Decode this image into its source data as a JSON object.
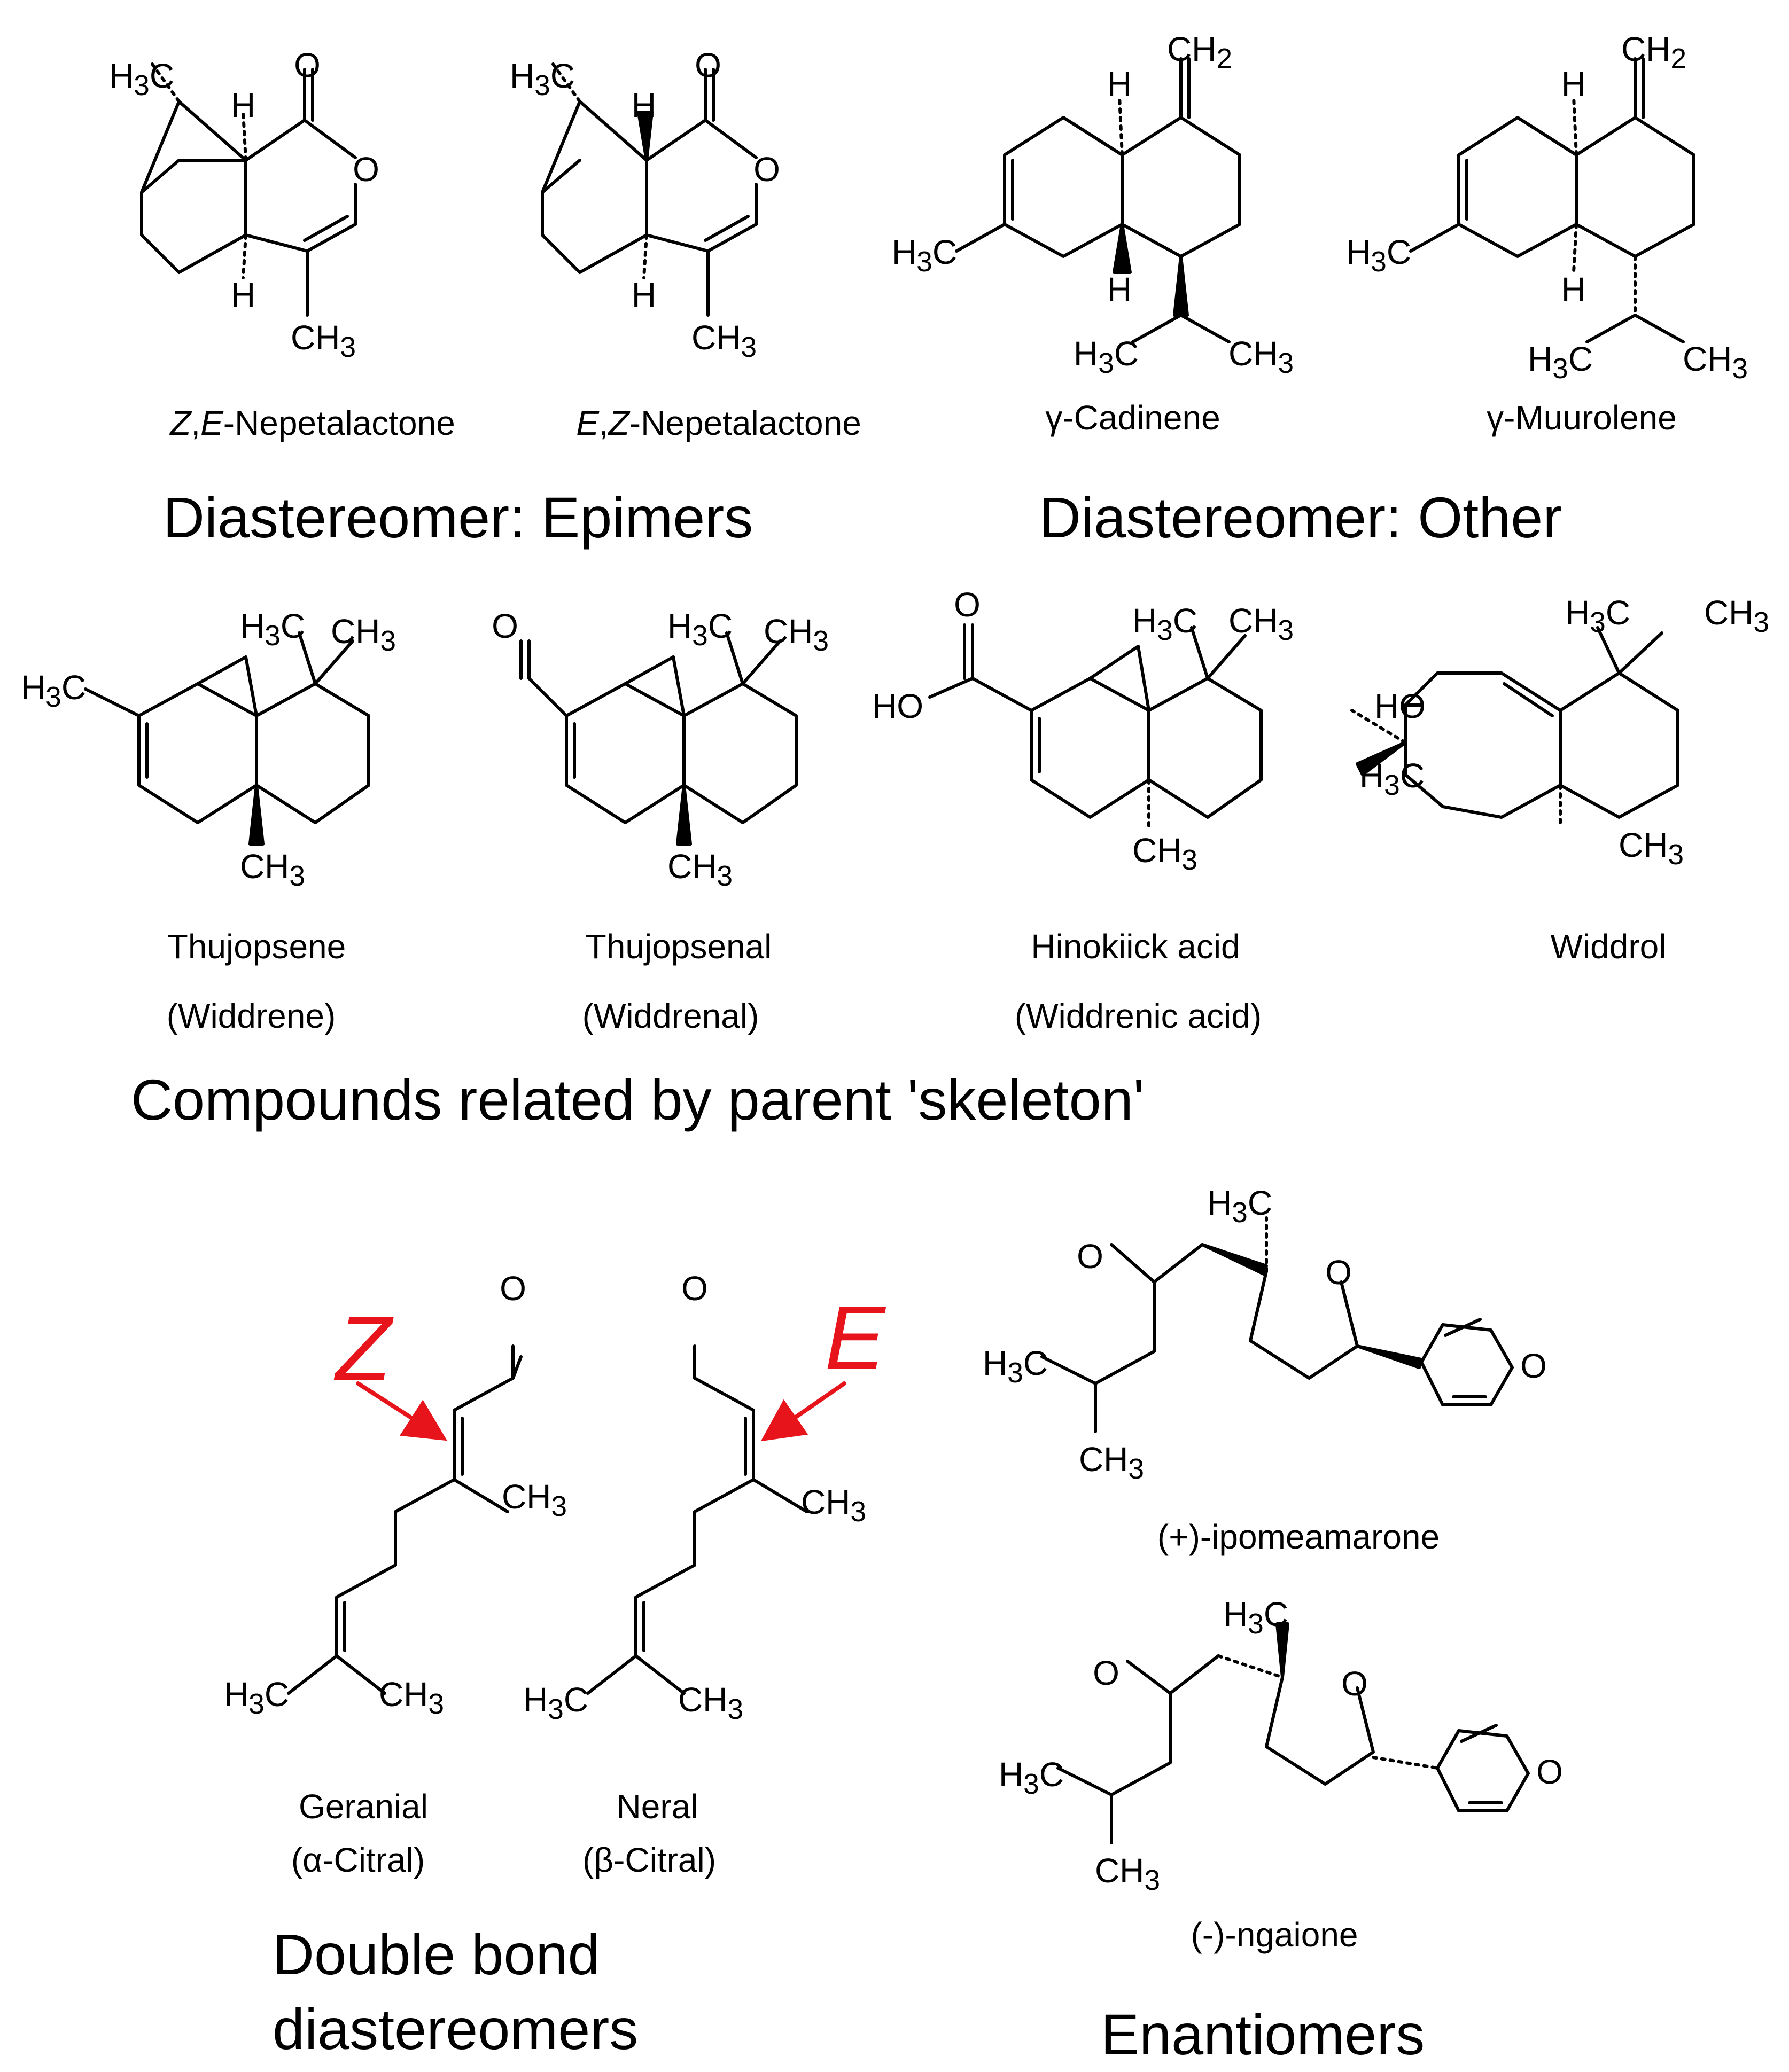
{
  "headings": {
    "epimers": "Diastereomer: Epimers",
    "other": "Diastereomer: Other",
    "skeleton": "Compounds related by parent 'skeleton'",
    "double_bond_1": "Double bond",
    "double_bond_2": "diastereomers",
    "enantiomers": "Enantiomers"
  },
  "compounds": {
    "ze_nepetalactone": {
      "prefix_a": "Z",
      "sep": ",",
      "prefix_b": "E",
      "name": "-Nepetalactone"
    },
    "ez_nepetalactone": {
      "prefix_a": "E",
      "sep": ",",
      "prefix_b": "Z",
      "name": "-Nepetalactone"
    },
    "cadinene": "γ-Cadinene",
    "muurolene": "γ-Muurolene",
    "thujopsene": {
      "name": "Thujopsene",
      "alt": "(Widdrene)"
    },
    "thujopsenal": {
      "name": "Thujopsenal",
      "alt": "(Widdrenal)"
    },
    "hinokiic": {
      "name": "Hinokiick acid",
      "alt": "(Widdrenic acid)"
    },
    "widdrol": "Widdrol",
    "geranial": {
      "name": "Geranial",
      "alt": "(α-Citral)"
    },
    "neral": {
      "name": "Neral",
      "alt": "(β-Citral)"
    },
    "ipomeamarone": "(+)-ipomeamarone",
    "ngaione": "(-)-ngaione"
  },
  "markers": {
    "z": "Z",
    "e": "E"
  },
  "colors": {
    "marker": "#e8141c",
    "ink": "#000000"
  },
  "atoms": {
    "O": "O",
    "H": "H",
    "HO": "HO",
    "CH3": [
      "CH",
      "3"
    ],
    "H3C": [
      "H",
      "3",
      "C"
    ],
    "CH2": [
      "CH",
      "2"
    ]
  }
}
